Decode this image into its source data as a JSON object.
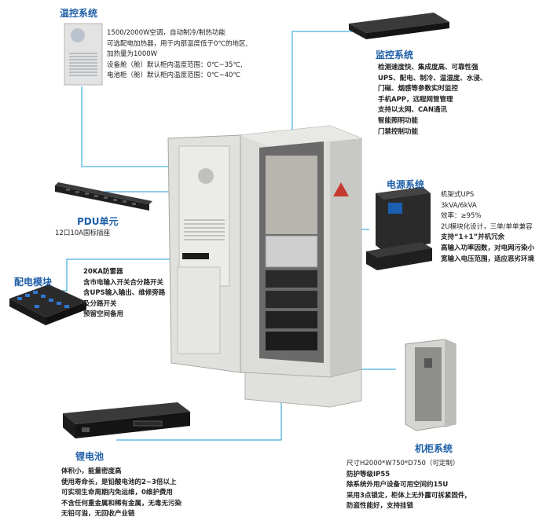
{
  "sections": {
    "temp": {
      "title": "温控系统",
      "lines": [
        "1500/2000W空调，自动制冷/制热功能",
        "可选配电加热器，用于内部温度低于0℃的地区,",
        "加热量为1000W",
        "设备舱（舱）默认柜内温度范围：0℃~35℃,",
        "电池柜（舱）默认柜内温度范围：0℃~40℃"
      ]
    },
    "monitor": {
      "title": "监控系统",
      "lines": [
        "检测速度快、集成度高、可靠性强",
        "UPS、配电、制冷、温湿度、水浸、",
        "门磁、烟感等参数实时监控",
        "手机APP，远程网管管理",
        "支持以太网、CAN通讯",
        "智能照明功能",
        "门禁控制功能"
      ]
    },
    "pdu": {
      "title": "PDU单元",
      "lines": [
        "12口10A国标插座"
      ]
    },
    "power": {
      "title": "电源系统",
      "lines": [
        "机架式UPS",
        "3kVA/6kVA",
        "效率：≥95%",
        "2U模块化设计，三单/单单兼容",
        "支持“1+1”并机冗余",
        "高输入功率因数，对电网污染小",
        "宽输入电压范围，适应恶劣环境"
      ]
    },
    "distribution": {
      "title": "配电模块",
      "lines": [
        "20KA防雷器",
        "含市电输入开关合分路开关",
        "含UPS输入输出、维修旁路",
        "及分路开关",
        "预留空间备用"
      ]
    },
    "battery": {
      "title": "锂电池",
      "lines": [
        "体积小，能量密度高",
        "使用寿命长，是铅酸电池的2~3倍以上",
        "可实现生命周期内免运维，0维护费用",
        "不含任何重金属和稀有金属，无毒无污染",
        "无铅可溢，无回收产业链"
      ]
    },
    "cabinet": {
      "title": "机柜系统",
      "lines": [
        "尺寸H2000*W750*D750（可定制）",
        "防护等级IP55",
        "除系统外用户设备可用空间约15U",
        "采用3点锁定，柜体上无外露可拆紧固件,",
        "防盗性能好，支持挂锁"
      ]
    }
  },
  "colors": {
    "accent": "#1f5fa8",
    "leader": "#1a9bd7",
    "cabinet": "#d8d8d4",
    "cabinet_dark": "#9a9a96"
  }
}
